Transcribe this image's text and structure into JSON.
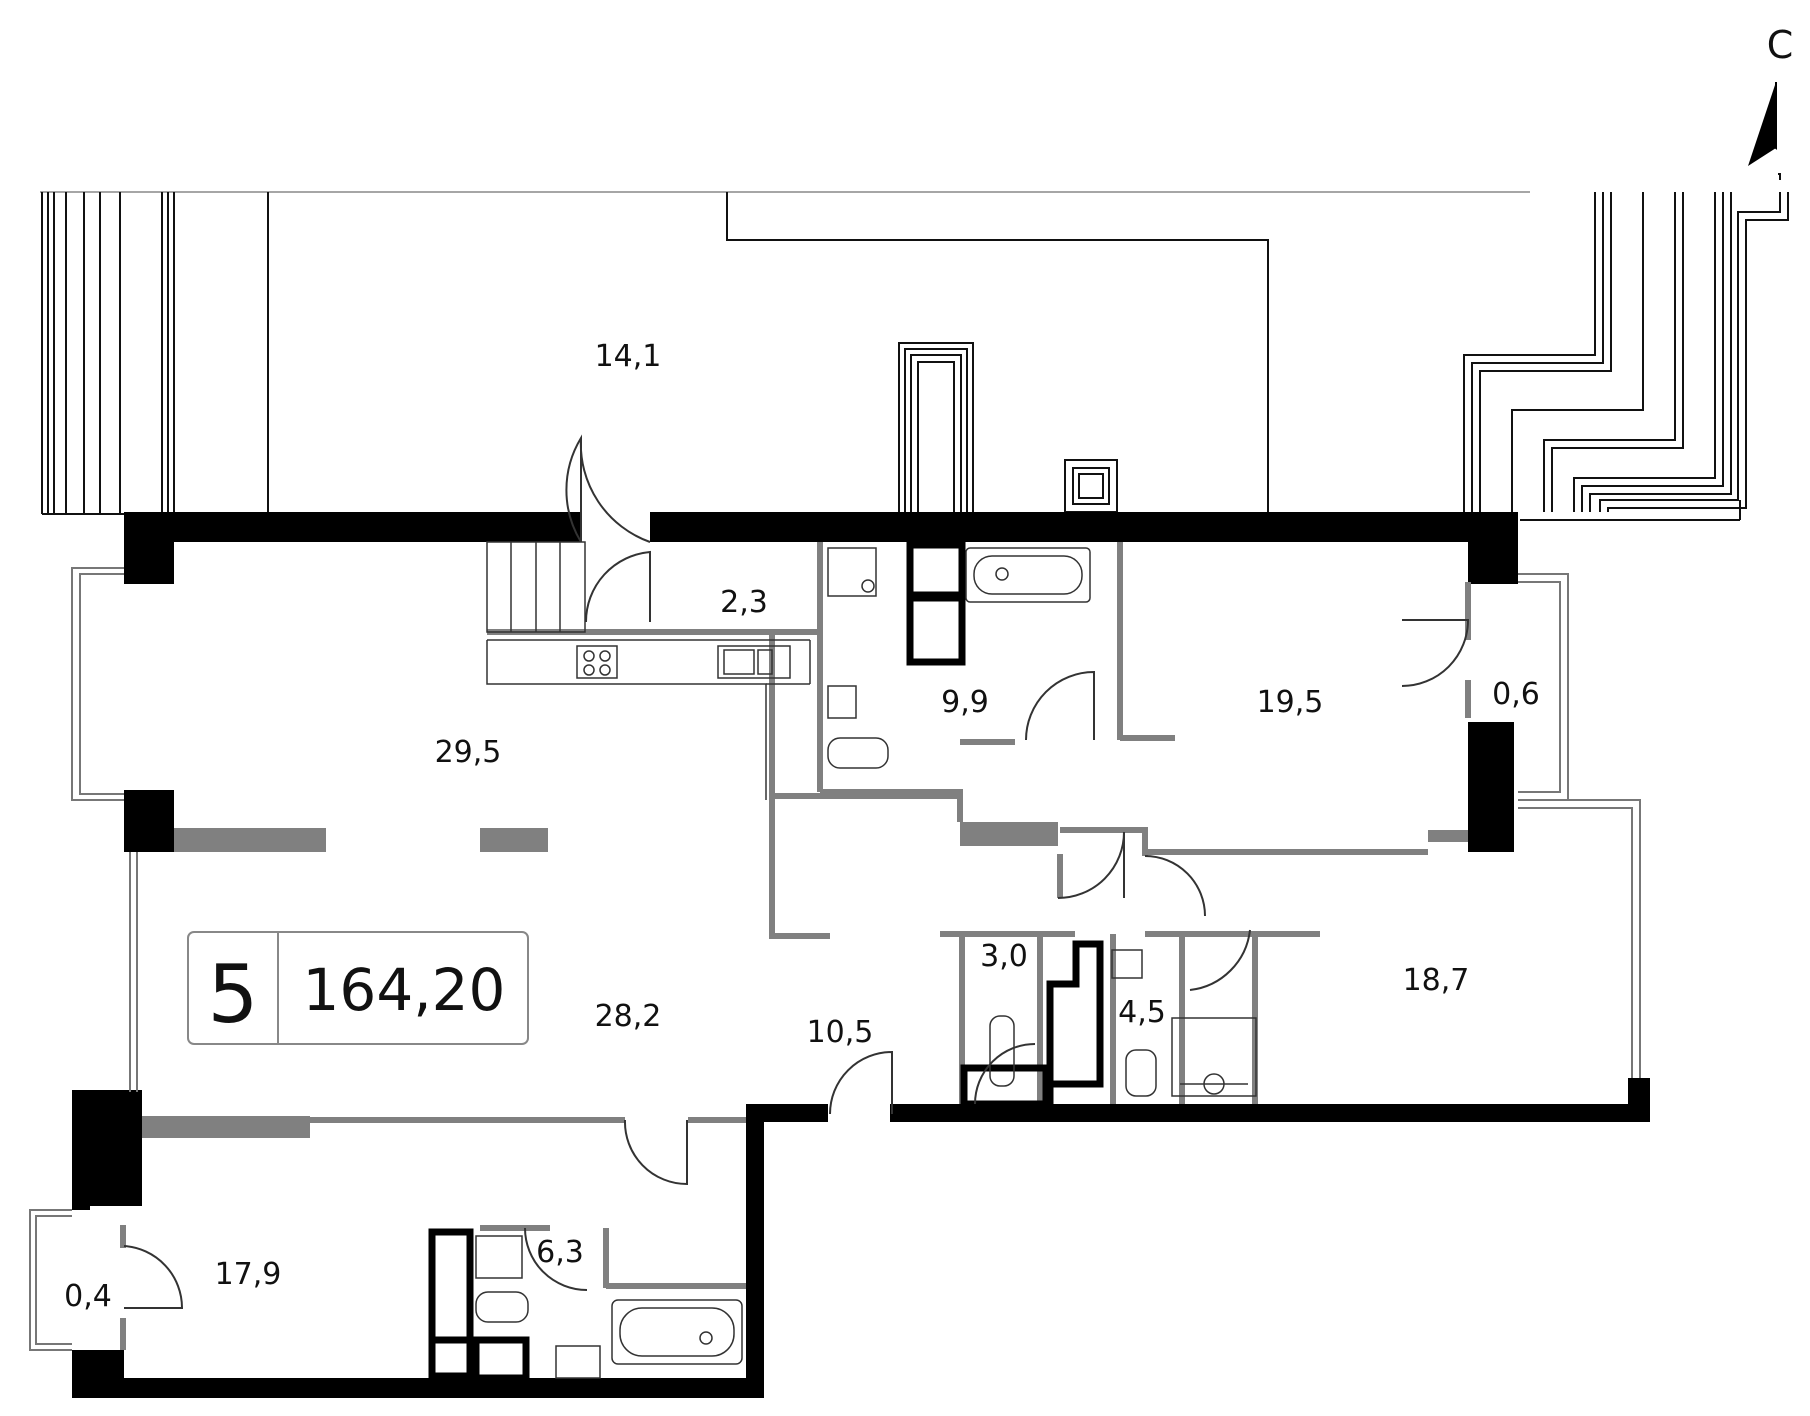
{
  "plan": {
    "compass": {
      "letter": "С",
      "direction": "north"
    },
    "summary": {
      "rooms": "5",
      "total_area": "164,20"
    },
    "rooms": [
      {
        "id": "terrace",
        "area": "14,1"
      },
      {
        "id": "hall-closet",
        "area": "2,3"
      },
      {
        "id": "bathroom-1",
        "area": "9,9"
      },
      {
        "id": "bedroom-ne",
        "area": "19,5"
      },
      {
        "id": "balcony-e",
        "area": "0,6"
      },
      {
        "id": "kitchen-living",
        "area": "29,5"
      },
      {
        "id": "living-room",
        "area": "28,2"
      },
      {
        "id": "hallway",
        "area": "10,5"
      },
      {
        "id": "wc",
        "area": "3,0"
      },
      {
        "id": "laundry",
        "area": "4,5"
      },
      {
        "id": "bedroom-se",
        "area": "18,7"
      },
      {
        "id": "bedroom-sw",
        "area": "17,9"
      },
      {
        "id": "balcony-w",
        "area": "0,4"
      },
      {
        "id": "bathroom-2",
        "area": "6,3"
      }
    ],
    "colors": {
      "wall": "#000000",
      "partition": "#808080",
      "line": "#111111",
      "background": "#ffffff"
    }
  }
}
